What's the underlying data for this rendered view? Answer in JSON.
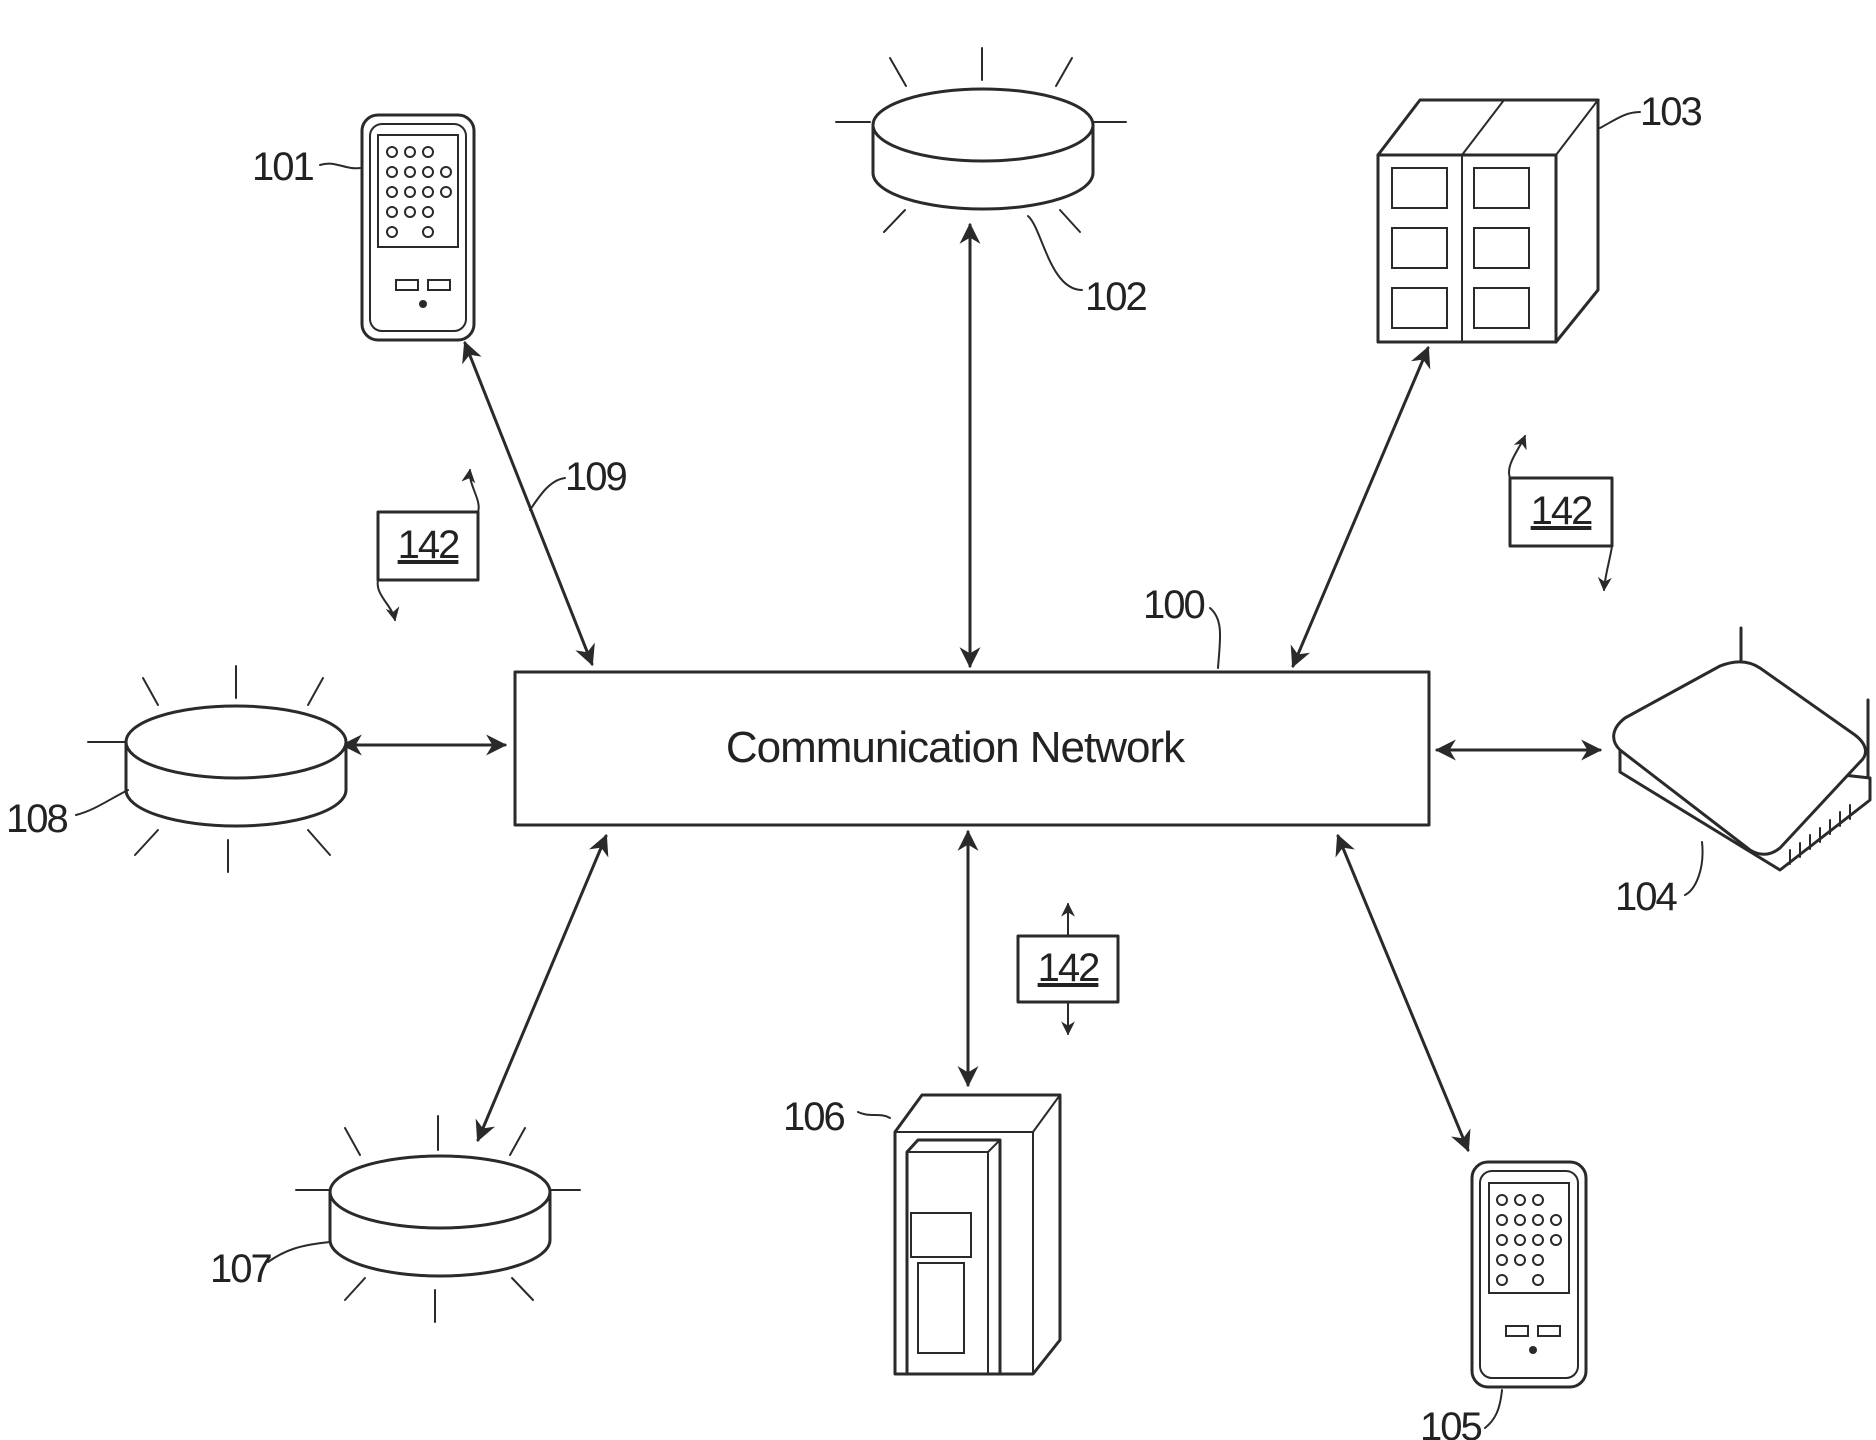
{
  "network": {
    "label": "Communication Network",
    "ref": "100"
  },
  "devices": {
    "d101": {
      "ref": "101",
      "icon": "handheld-device-icon"
    },
    "d102": {
      "ref": "102",
      "icon": "disc-server-icon"
    },
    "d103": {
      "ref": "103",
      "icon": "server-cabinet-icon"
    },
    "d104": {
      "ref": "104",
      "icon": "wireless-router-icon"
    },
    "d105": {
      "ref": "105",
      "icon": "handheld-device-icon"
    },
    "d106": {
      "ref": "106",
      "icon": "tower-unit-icon"
    },
    "d107": {
      "ref": "107",
      "icon": "disc-server-icon"
    },
    "d108": {
      "ref": "108",
      "icon": "disc-server-icon"
    }
  },
  "link": {
    "ref": "109"
  },
  "messages": [
    {
      "label": "142"
    },
    {
      "label": "142"
    },
    {
      "label": "142"
    }
  ]
}
